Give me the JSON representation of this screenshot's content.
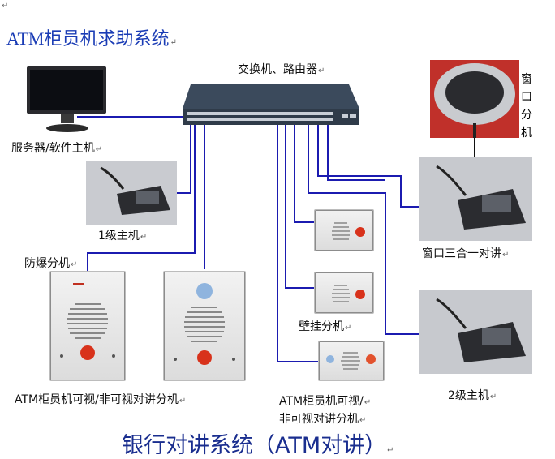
{
  "title": "ATM柜员机求助系统",
  "nodes": {
    "switch": "交换机、路由器",
    "server": "服务器/软件主机",
    "host_level1": "1级主机",
    "explosion_proof": "防爆分机",
    "window_ext_chars": [
      "窗",
      "口",
      "分",
      "机"
    ],
    "window_3in1": "窗口三合一对讲",
    "wall_ext": "壁挂分机",
    "host_level2": "2级主机",
    "atm_ext_left": "ATM柜员机可视/非可视对讲分机",
    "atm_ext_mid_line1": "ATM柜员机可视/",
    "atm_ext_mid_line2": "非可视对讲分机"
  },
  "bottom_caption": "银行对讲系统（ATM对讲）",
  "return_mark": "↵",
  "colors": {
    "title": "#1a3cb5",
    "caption": "#1a2e8f",
    "link": "#1b1bb0",
    "call_button": "#d8321b",
    "camera_button": "#8fb4de"
  }
}
